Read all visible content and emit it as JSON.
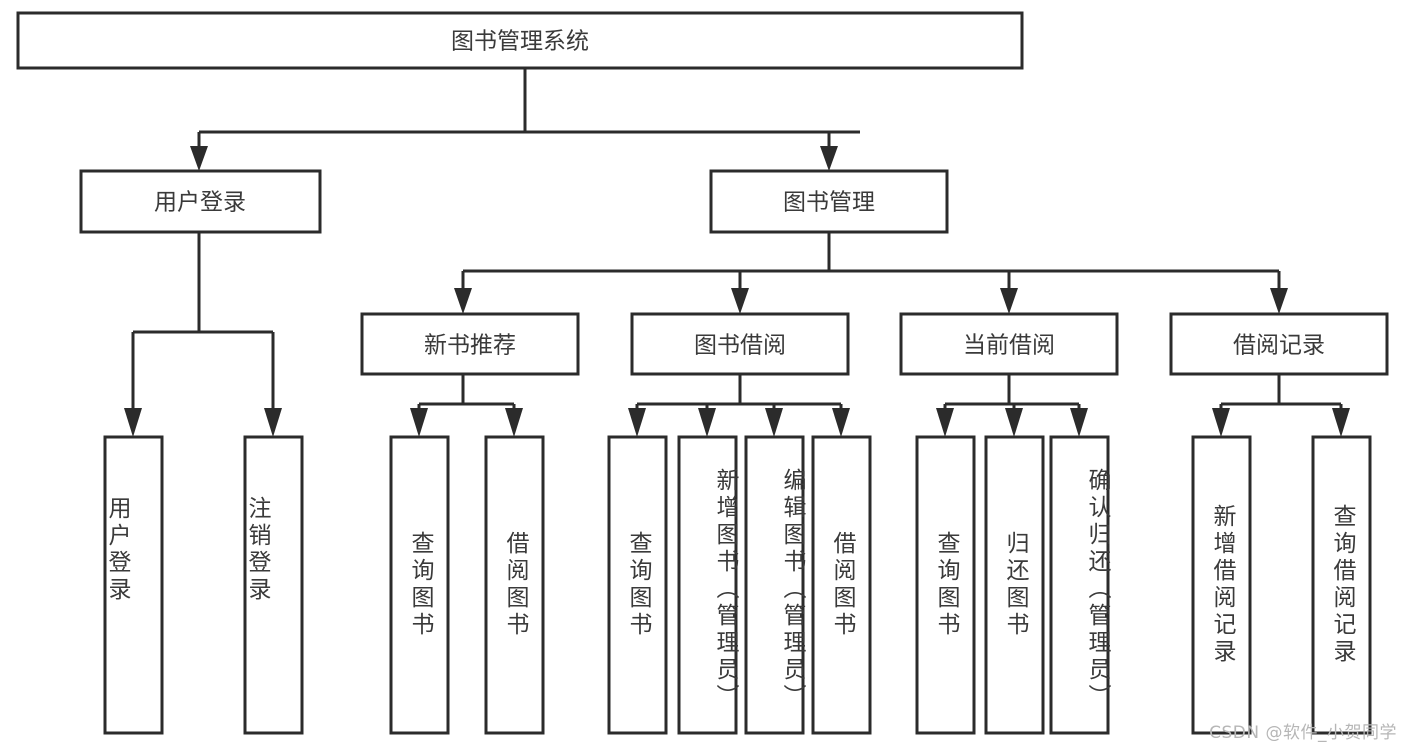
{
  "diagram": {
    "type": "tree-hierarchy",
    "title": "图书管理系统",
    "watermark": "CSDN @软件_小贺同学",
    "nodes": {
      "root": {
        "label": "图书管理系统",
        "level": 0
      },
      "l1_a": {
        "label": "用户登录",
        "level": 1
      },
      "l1_b": {
        "label": "图书管理",
        "level": 1
      },
      "l2_a": {
        "label": "新书推荐",
        "level": 2
      },
      "l2_b": {
        "label": "图书借阅",
        "level": 2
      },
      "l2_c": {
        "label": "当前借阅",
        "level": 2
      },
      "l2_d": {
        "label": "借阅记录",
        "level": 2
      }
    },
    "leaves": [
      {
        "id": "leaf_1",
        "label": "用户登录",
        "parent": "l1_a",
        "align": "bottom"
      },
      {
        "id": "leaf_2",
        "label": "注销登录",
        "parent": "l1_a",
        "align": "bottom"
      },
      {
        "id": "leaf_3",
        "label": "查询图书",
        "parent": "l2_a",
        "align": "middle"
      },
      {
        "id": "leaf_4",
        "label": "借阅图书",
        "parent": "l2_a",
        "align": "middle"
      },
      {
        "id": "leaf_5",
        "label": "查询图书",
        "parent": "l2_b",
        "align": "middle"
      },
      {
        "id": "leaf_6",
        "label": "新增图书（管理员）",
        "parent": "l2_b",
        "align": "top"
      },
      {
        "id": "leaf_7",
        "label": "编辑图书（管理员）",
        "parent": "l2_b",
        "align": "top"
      },
      {
        "id": "leaf_8",
        "label": "借阅图书",
        "parent": "l2_b",
        "align": "middle"
      },
      {
        "id": "leaf_9",
        "label": "查询图书",
        "parent": "l2_c",
        "align": "middle"
      },
      {
        "id": "leaf_10",
        "label": "归还图书",
        "parent": "l2_c",
        "align": "middle"
      },
      {
        "id": "leaf_11",
        "label": "确认归还（管理员）",
        "parent": "l2_c",
        "align": "top"
      },
      {
        "id": "leaf_12",
        "label": "新增借阅记录",
        "parent": "l2_d",
        "align": "middle"
      },
      {
        "id": "leaf_13",
        "label": "查询借阅记录",
        "parent": "l2_d",
        "align": "middle"
      }
    ],
    "colors": {
      "stroke": "#2b2b2b",
      "fill": "#ffffff",
      "text": "#3a3a3a",
      "watermark": "#b6b6b6",
      "background": "#ffffff"
    }
  }
}
